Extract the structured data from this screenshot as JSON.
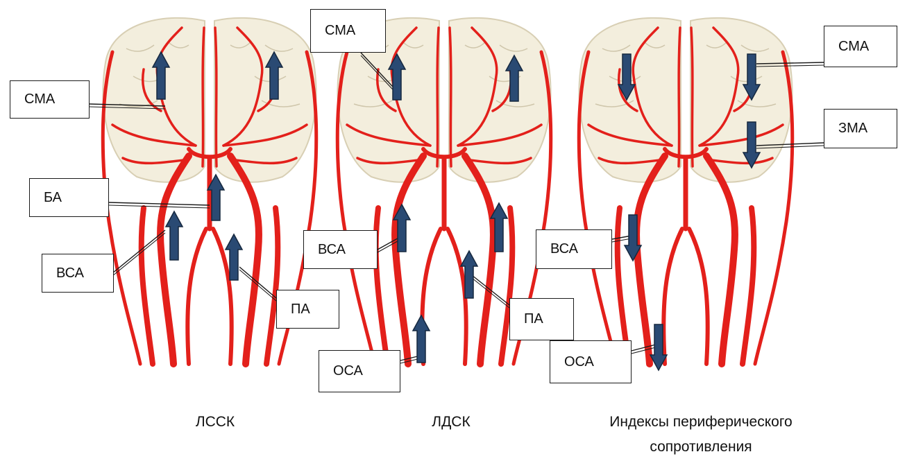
{
  "panels": [
    {
      "caption": "ЛССК",
      "labels": {
        "mca": "СМА",
        "ba": "БА",
        "ica": "ВСА",
        "va": "ПА"
      },
      "flow": "up"
    },
    {
      "caption": "ЛДСК",
      "labels": {
        "mca": "СМА",
        "ica": "ВСА",
        "va": "ПА",
        "cca": "ОСА"
      },
      "flow": "up"
    },
    {
      "caption_line1": "Индексы периферического",
      "caption_line2": "сопротивления",
      "labels": {
        "mca": "СМА",
        "pca": "ЗМА",
        "ica": "ВСА",
        "cca": "ОСА"
      },
      "flow": "down"
    }
  ],
  "colors": {
    "artery": "#e3201b",
    "brain": "#f3eedd",
    "brain_outline": "#d8cfb4",
    "arrow": "#2a4a73",
    "arrow_outline": "#16283f"
  },
  "icons": [
    "arrow-up-icon",
    "arrow-down-icon",
    "brain-arteries-illustration"
  ]
}
